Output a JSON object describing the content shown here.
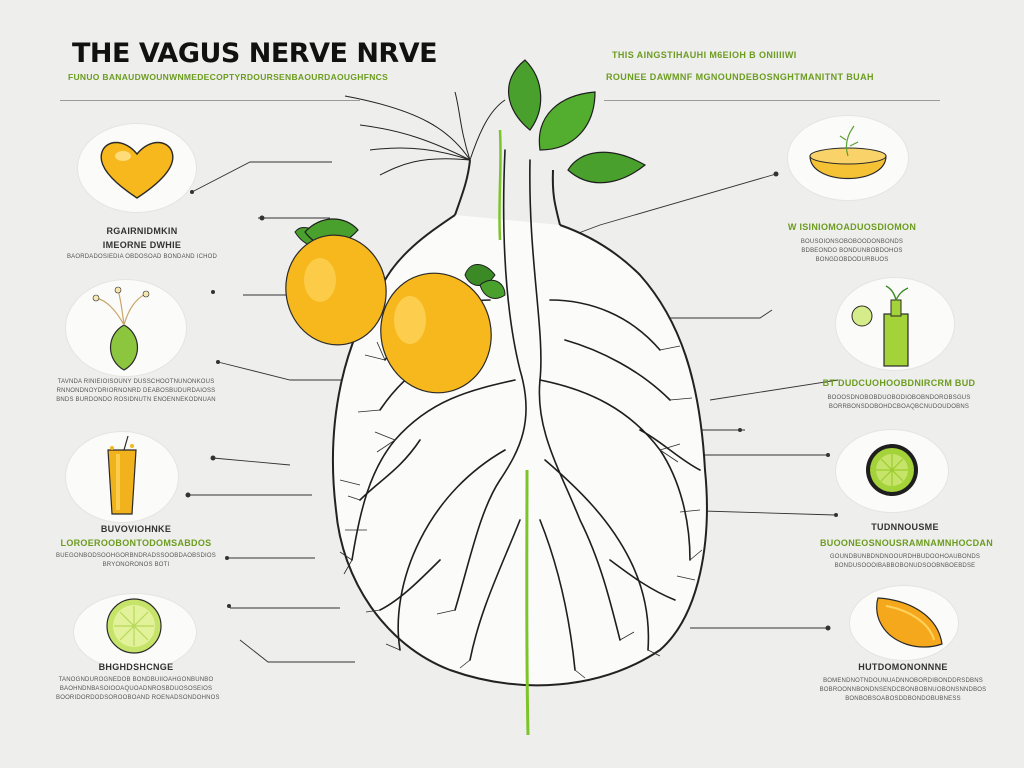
{
  "header": {
    "title": "THE VAGUS NERVE NRVE",
    "subtitle": "FUNUO BANAUDWOUNWNMEDECOPTYRDOURSENBAOURDAOUGHFNCS",
    "right_line1": "THIS AINGSTIHAUHI M6EIOH B ONIIIIWI",
    "right_line2": "ROUNEE DAWMNF MGNOUNDEBOSNGHTMANITNT BUAH"
  },
  "left_labels": [
    {
      "title": "RGAIRNIDMKIN",
      "title2": "IMEORNE DWHIE",
      "lines": [
        "BAORDADOSIEDIA OBDOSOAD BONDAND ICHOD"
      ]
    },
    {
      "title": "",
      "title2": "",
      "lines": [
        "TAVNDA RINIEIOISOUNY DUSSCHOOTNUNONKOUS",
        "RNNONDNOYDRIORNONRD DEABOSBUDURDAIOSS",
        "BNDS BURDONDO ROSIDNUTN ENOENNEKODNUAN"
      ]
    },
    {
      "title": "BUVOVIOHNKE",
      "title2": "LOROEROOBONTODOMSABDOS",
      "lines": [
        "BUEGONBODSOOHGORBNDRADSSOOBDAOBSDIOS",
        "BRYONORONOS BOTI"
      ]
    },
    {
      "title": "BHGHDSHCNGE",
      "title2": "",
      "lines": [
        "TANOGNDUROGNEDOB BONDBUIIOAHGONBUNBO",
        "BAOHNDNBASOIOOAQUOADNROSBDUOSOSEIOS",
        "BOORIDORDODSOROOBOAND ROENADSONDOHNOS"
      ]
    }
  ],
  "right_labels": [
    {
      "title": "W ISINIOMOADUOSDIOMON",
      "title2": "",
      "lines": [
        "BOUSOIONSOBOBOODONBONDS",
        "BDBEONDO BONDUNBOBDOHOS",
        "BONGDOBDODURBUOS"
      ]
    },
    {
      "title": "BT DUDCUOHOOBDNIRCRM BUD",
      "title2": "",
      "lines": [
        "BOOOSDNOBOBDUOBODIOBOBNDOROBSGUS",
        "BORRBONSDOBOHDCBOAQBCNUDOUDOBNS"
      ]
    },
    {
      "title": "TUDNNOUSME",
      "title2": "BUOONEOSNOUSRAMNAMNHOCDAN",
      "lines": [
        "GOUNDBUNBDNDNOOURDHBUDOOHOAUBONDS",
        "BONDUSOOOIBABBOBONUDSOOBNBOEBDSE"
      ]
    },
    {
      "title": "HUTDOMONONNNE",
      "title2": "",
      "lines": [
        "BOMENDNOTNDOUNUADNNOBORDIBONDDRSDBNS",
        "BOBROONNBONDNSENDCBONBOBNUOBONSNNDBOS",
        "BONBOBSOABOSDDBONDOBUBNESS"
      ]
    }
  ],
  "icons": {
    "left": [
      "heart-icon",
      "bean-sprout-icon",
      "juice-glass-icon",
      "lime-slice-icon"
    ],
    "right": [
      "tea-bowl-icon",
      "green-bottle-icon",
      "lime-half-icon",
      "orange-wedge-icon"
    ]
  },
  "colors": {
    "background": "#eeeeec",
    "accent_green": "#6c9c20",
    "leaf_green": "#4aa02c",
    "mango_yellow": "#f6b81c",
    "nerve_stroke": "#1e1e1e",
    "lung_outline": "#222222"
  }
}
